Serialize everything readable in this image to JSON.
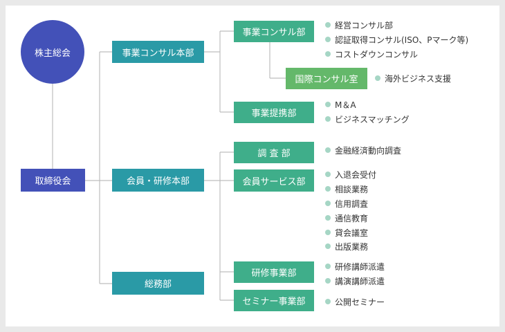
{
  "shareholders": "株主総会",
  "board": "取締役会",
  "divisions": [
    {
      "label": "事業コンサル本部"
    },
    {
      "label": "会員・研修本部"
    },
    {
      "label": "総務部"
    }
  ],
  "departments": [
    {
      "label": "事業コンサル部",
      "items": [
        "経営コンサル部",
        "認証取得コンサル(ISO、Pマーク等)",
        "コストダウンコンサル"
      ]
    },
    {
      "label": "国際コンサル室",
      "items": [
        "海外ビジネス支援"
      ]
    },
    {
      "label": "事業提携部",
      "items": [
        "M＆A",
        "ビジネスマッチング"
      ]
    },
    {
      "label": "調 査 部",
      "items": [
        "金融経済動向調査"
      ]
    },
    {
      "label": "会員サービス部",
      "items": [
        "入退会受付",
        "相談業務",
        "信用調査",
        "通信教育",
        "貸会議室",
        "出版業務"
      ]
    },
    {
      "label": "研修事業部",
      "items": [
        "研修講師派遣",
        "講演講師派遣"
      ]
    },
    {
      "label": "セミナー事業部",
      "items": [
        "公開セミナー"
      ]
    }
  ]
}
